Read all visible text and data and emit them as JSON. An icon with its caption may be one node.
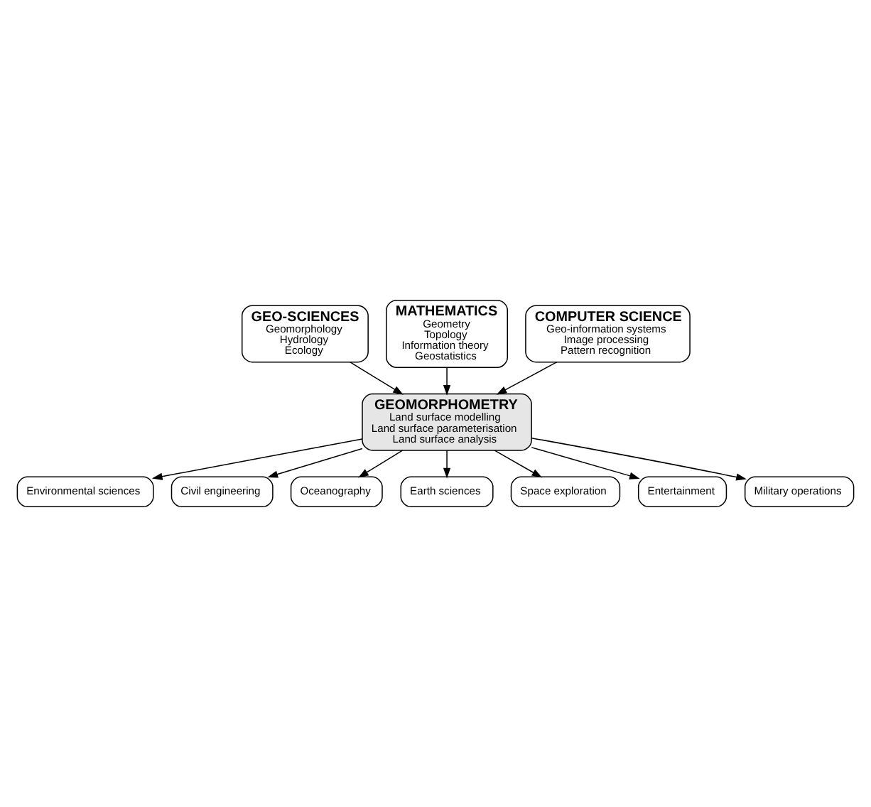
{
  "diagram": {
    "nodes": [
      {
        "text": [
          "GEO-SCIENCES",
          "Geomorphology",
          "Hydrology",
          "Ecology"
        ]
      },
      {
        "text": [
          "MATHEMATICS",
          "Geometry",
          "Topology",
          "Information theory",
          "Geostatistics"
        ]
      },
      {
        "text": [
          "COMPUTER SCIENCE",
          "Geo-information systems",
          "Image processing",
          "Pattern recognition"
        ]
      },
      {
        "text": [
          "GEOMORPHOMETRY",
          "Land surface modelling",
          "Land surface parameterisation",
          "Land surface analysis"
        ]
      },
      {
        "text": [
          "Environmental sciences"
        ]
      },
      {
        "text": [
          "Civil engineering"
        ]
      },
      {
        "text": [
          "Oceanography"
        ]
      },
      {
        "text": [
          "Earth sciences"
        ]
      },
      {
        "text": [
          "Space exploration"
        ]
      },
      {
        "text": [
          "Entertainment"
        ]
      },
      {
        "text": [
          "Military operations"
        ]
      }
    ],
    "edges": [
      {
        "from": 0,
        "to": 3,
        "arrow": "to"
      },
      {
        "from": 1,
        "to": 3,
        "arrow": "to"
      },
      {
        "from": 2,
        "to": 3,
        "arrow": "to"
      },
      {
        "from": 3,
        "to": 4,
        "arrow": "to"
      },
      {
        "from": 3,
        "to": 5,
        "arrow": "to"
      },
      {
        "from": 3,
        "to": 6,
        "arrow": "to"
      },
      {
        "from": 3,
        "to": 7,
        "arrow": "to"
      },
      {
        "from": 3,
        "to": 8,
        "arrow": "to"
      },
      {
        "from": 3,
        "to": 9,
        "arrow": "to"
      },
      {
        "from": 3,
        "to": 10,
        "arrow": "to"
      }
    ]
  }
}
